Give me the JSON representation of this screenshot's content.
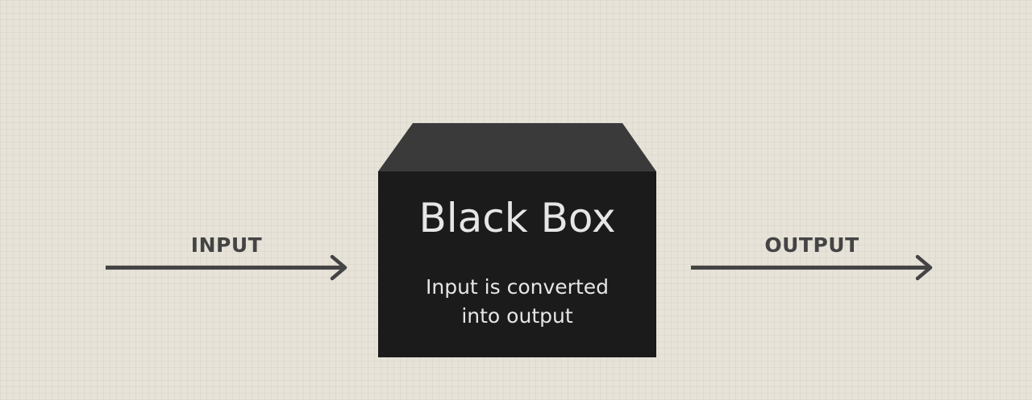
{
  "colors": {
    "background": "#e8e3d9",
    "box_front": "#1b1b1b",
    "box_top": "#3a3a3a",
    "arrow": "#444444",
    "box_text": "#e6e6e6"
  },
  "input": {
    "label": "INPUT"
  },
  "output": {
    "label": "OUTPUT"
  },
  "box": {
    "title": "Black Box",
    "description_lines": [
      "Input is converted",
      "into output"
    ]
  }
}
